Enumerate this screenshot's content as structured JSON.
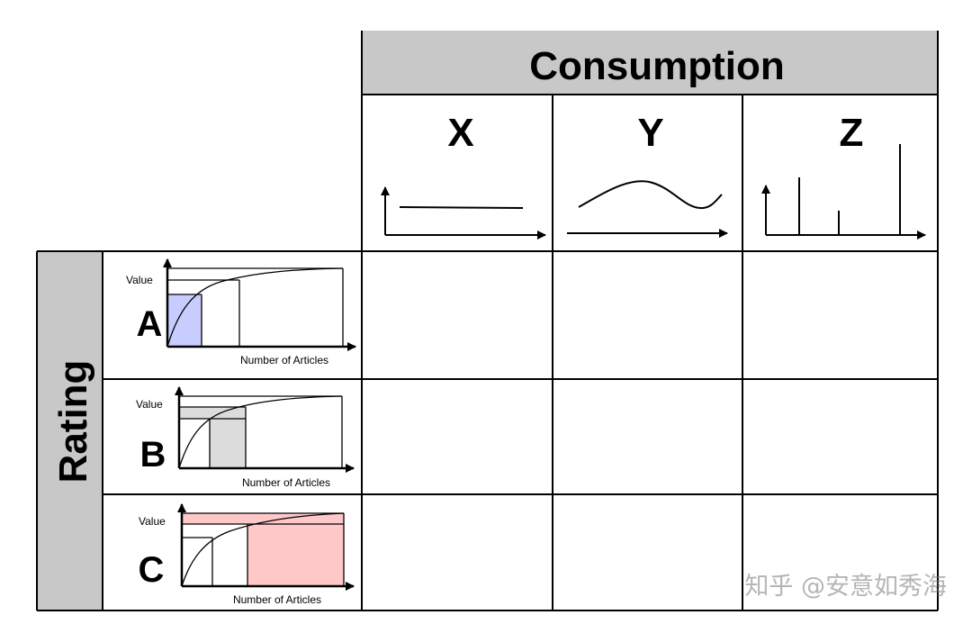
{
  "header": {
    "title": "Consumption"
  },
  "sidebar": {
    "title": "Rating"
  },
  "columns": [
    {
      "label": "X",
      "pattern": "flat-line"
    },
    {
      "label": "Y",
      "pattern": "wave"
    },
    {
      "label": "Z",
      "pattern": "spikes"
    }
  ],
  "rows": [
    {
      "label": "A",
      "axis_y": "Value",
      "axis_x": "Number of Articles",
      "highlight_color": "#c8ccff"
    },
    {
      "label": "B",
      "axis_y": "Value",
      "axis_x": "Number of Articles",
      "highlight_color": "#dcdcdc"
    },
    {
      "label": "C",
      "axis_y": "Value",
      "axis_x": "Number of Articles",
      "highlight_color": "#ffc8c8"
    }
  ],
  "watermark": "知乎 @安意如秀海",
  "colors": {
    "header_bg": "#c8c8c8",
    "border": "#000000"
  }
}
